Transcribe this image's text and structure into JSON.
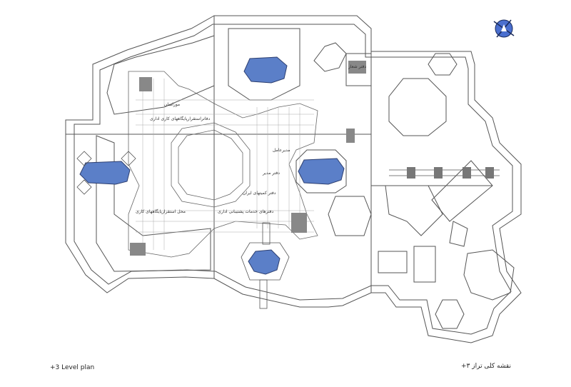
{
  "captions": {
    "left": "+3 Level plan",
    "right": "نقشه کلی تراز ۳+"
  },
  "room_labels": {
    "a": "موزاسان",
    "b": "دفاتراستقرارپایگاههای کاری اداری",
    "c": "محل استقرارپایگاههای کاری",
    "d": "دفترهای خدمات پشتیبانی اداری",
    "e": "دفتر کمیتهای ایران",
    "f": "مدیرعامل",
    "g": "دفتر مدیر",
    "h": "دفتر شعار"
  },
  "colors": {
    "water": "#5b7fc8",
    "line": "#4a4a4a",
    "dense": "#777777"
  },
  "compass_icon": "north-arrow-icon"
}
